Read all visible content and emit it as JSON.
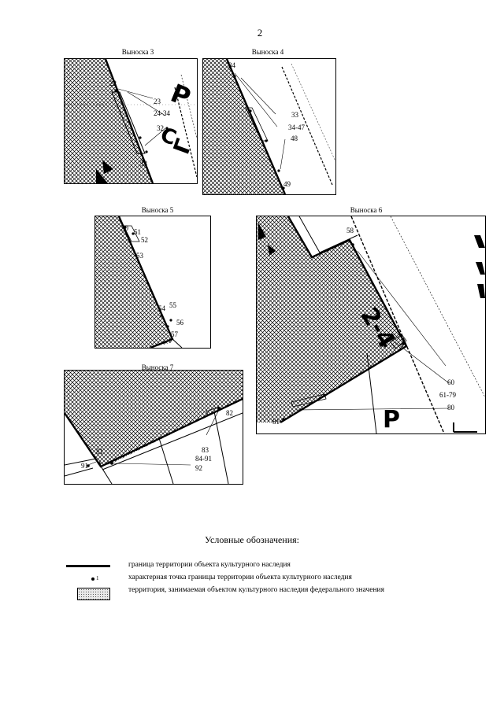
{
  "page_number": "2",
  "callouts": {
    "c3": {
      "title": "Выноска 3",
      "labels": [
        "22",
        "23",
        "24-34",
        "32",
        "33"
      ],
      "map_text": [
        "Р",
        "Г",
        "С"
      ]
    },
    "c4": {
      "title": "Выноска 4",
      "labels": [
        "34",
        "33",
        "34-47",
        "48",
        "49"
      ]
    },
    "c5": {
      "title": "Выноска 5",
      "labels": [
        "50",
        "51",
        "52",
        "53",
        "54",
        "55",
        "56",
        "57"
      ]
    },
    "c6": {
      "title": "Выноска 6",
      "labels": [
        "58",
        "60",
        "61-79",
        "80",
        "81"
      ],
      "map_text": [
        "2-4",
        "Р"
      ]
    },
    "c7": {
      "title": "Выноска 7",
      "labels": [
        "82",
        "83",
        "84-91",
        "92",
        "91",
        "81"
      ]
    }
  },
  "legend": {
    "title": "Условные обозначения:",
    "items": [
      "граница территории объекта культурного наследия",
      "характерная точка границы территории объекта культурного наследия",
      "территория, занимаемая объектом культурного  наследия федерального значения"
    ],
    "dot_number": "1"
  }
}
